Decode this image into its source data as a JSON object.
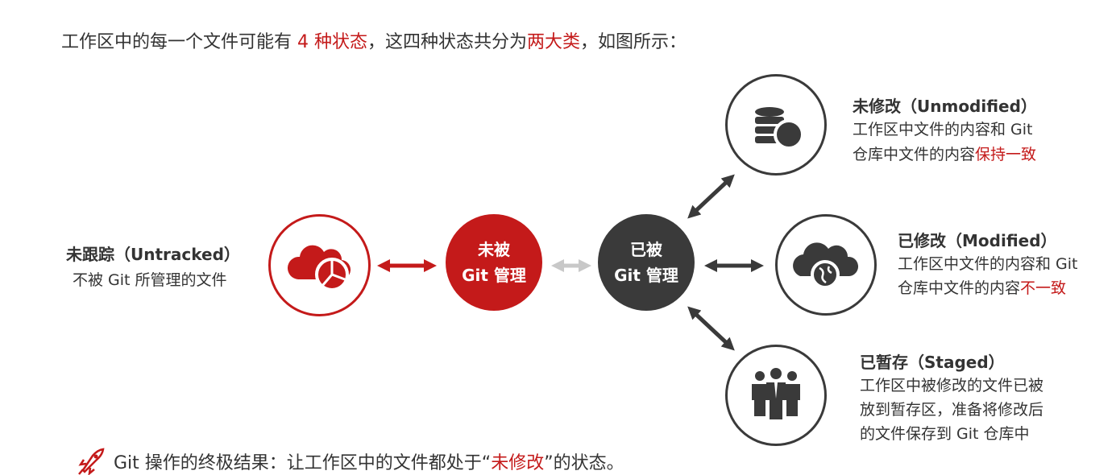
{
  "intro": {
    "part1": "工作区中的每一个文件可能有 ",
    "highlight1": "4 种状态",
    "part2": "，这四种状态共分为",
    "highlight2": "两大类",
    "part3": "，如图所示："
  },
  "untracked": {
    "title": "未跟踪（Untracked）",
    "desc": "不被 Git 所管理的文件"
  },
  "not_managed": {
    "line1": "未被",
    "line2": "Git 管理"
  },
  "managed": {
    "line1": "已被",
    "line2": "Git 管理"
  },
  "unmodified": {
    "title": "未修改（Unmodified）",
    "desc1": "工作区中文件的内容和 Git",
    "desc2_prefix": "仓库中文件的内容",
    "desc2_highlight": "保持一致"
  },
  "modified": {
    "title": "已修改（Modified）",
    "desc1": "工作区中文件的内容和 Git",
    "desc2_prefix": "仓库中文件的内容",
    "desc2_highlight": "不一致"
  },
  "staged": {
    "title": "已暂存（Staged）",
    "desc1": "工作区中被修改的文件已被",
    "desc2": "放到暂存区，准备将修改后",
    "desc3": "的文件保存到 Git 仓库中"
  },
  "footer": {
    "part1": "Git 操作的终极结果：让工作区中的文件都处于“",
    "highlight": "未修改",
    "part2": "”的状态。"
  },
  "colors": {
    "accent_red": "#c41a1a",
    "dark_gray": "#3a3a3a",
    "light_gray": "#c8c8c8"
  },
  "icons": {
    "untracked": "cloud-chart-icon",
    "unmodified": "database-icon",
    "modified": "cloud-globe-icon",
    "staged": "people-icon",
    "footer": "rocket-icon"
  }
}
